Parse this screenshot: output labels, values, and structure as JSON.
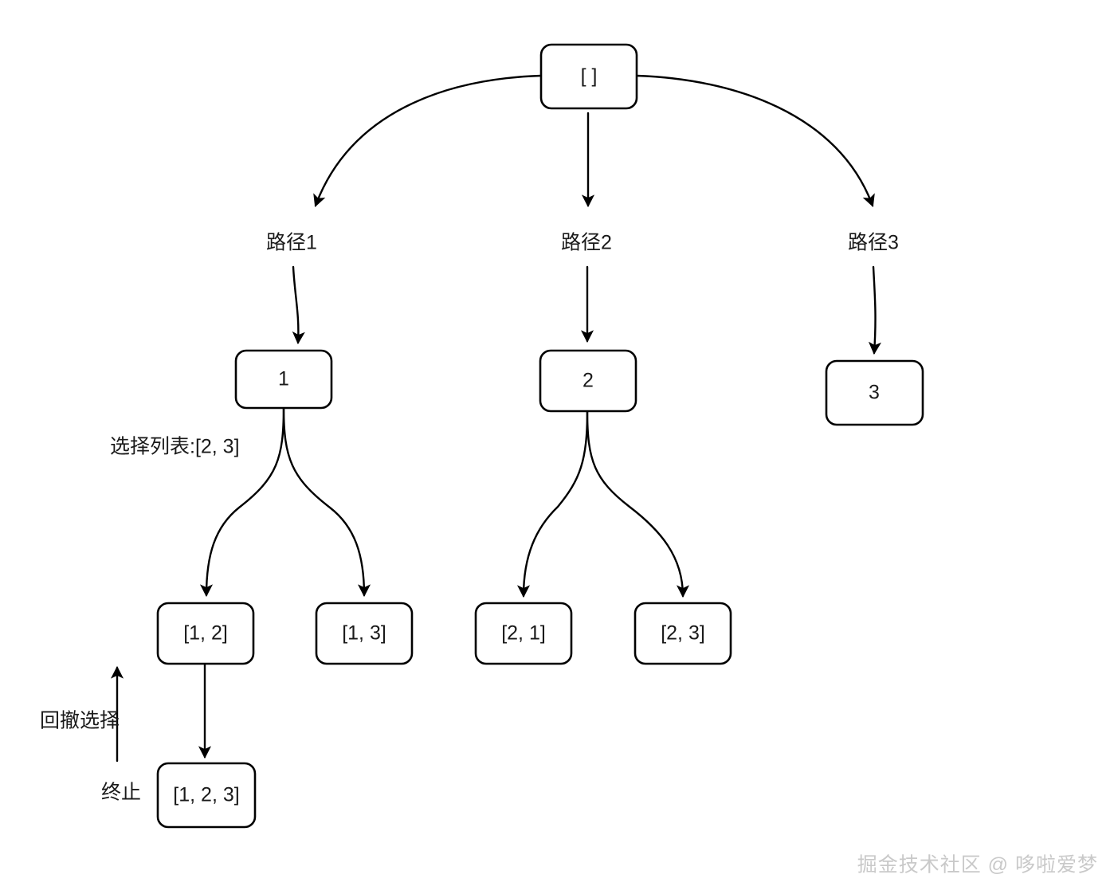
{
  "diagram": {
    "title_text": "",
    "background_color": "#ffffff",
    "stroke_color": "#000000",
    "text_color": "#1a1a1a",
    "nodes": {
      "root": "[ ]",
      "level1_a": "1",
      "level1_b": "2",
      "level1_c": "3",
      "level2_a": "[1, 2]",
      "level2_b": "[1, 3]",
      "level2_c": "[2, 1]",
      "level2_d": "[2, 3]",
      "level3_a": "[1, 2, 3]"
    },
    "edge_labels": {
      "path1": "路径1",
      "path2": "路径2",
      "path3": "路径3"
    },
    "annotations": {
      "choice_list": "选择列表:[2, 3]",
      "backtrack": "回撤选择",
      "terminate": "终止"
    },
    "watermark": {
      "text": "掘金技术社区 @ 哆啦爱梦",
      "color": "#c9c9c9"
    }
  }
}
